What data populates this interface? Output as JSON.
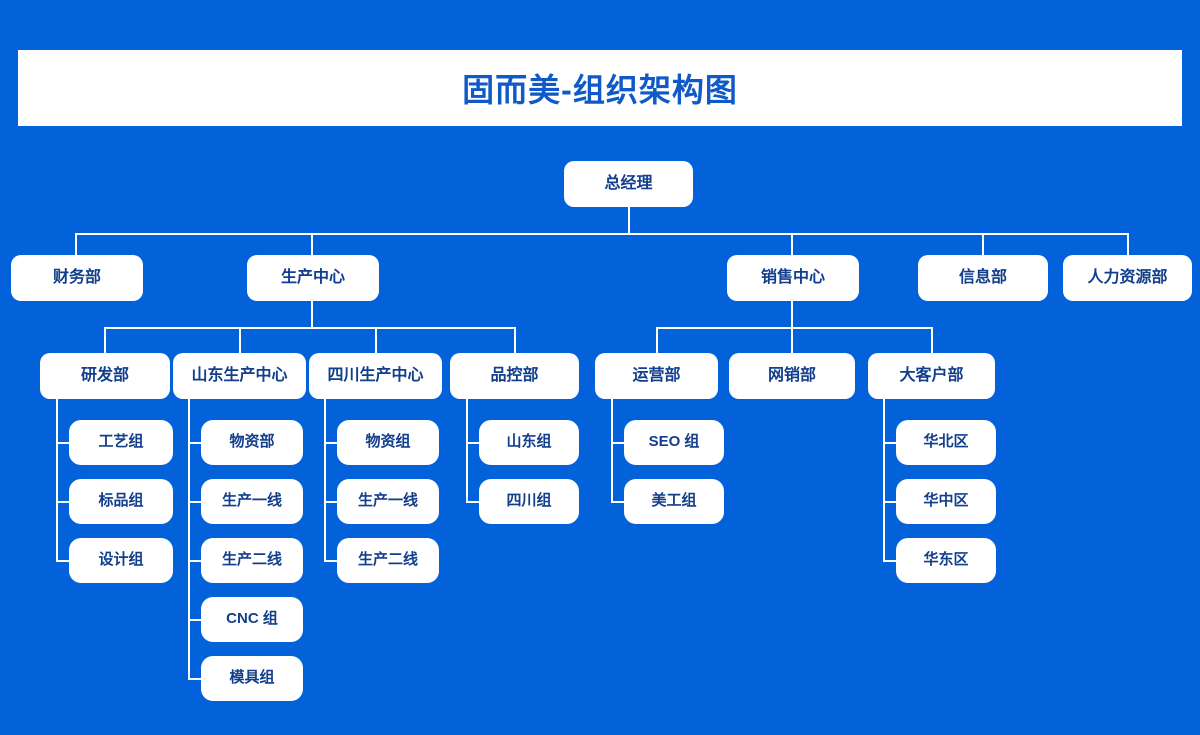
{
  "page": {
    "title": "固而美-组织架构图",
    "background_color": "#0361D9",
    "node_fill_color": "#FFFFFF",
    "node_text_color": "#123E8C",
    "title_text_color": "#1059C8",
    "connector_color": "#FFFFFF"
  },
  "chart_data": {
    "type": "diagram",
    "diagram_type": "organization-chart",
    "title": "固而美-组织架构图",
    "orientation": "top-down",
    "root": "总经理",
    "nodes": [
      {
        "id": "n0",
        "label": "总经理",
        "level": 0,
        "parent": null
      },
      {
        "id": "n1",
        "label": "财务部",
        "level": 1,
        "parent": "n0"
      },
      {
        "id": "n2",
        "label": "生产中心",
        "level": 1,
        "parent": "n0"
      },
      {
        "id": "n3",
        "label": "销售中心",
        "level": 1,
        "parent": "n0"
      },
      {
        "id": "n4",
        "label": "信息部",
        "level": 1,
        "parent": "n0"
      },
      {
        "id": "n5",
        "label": "人力资源部",
        "level": 1,
        "parent": "n0"
      },
      {
        "id": "n6",
        "label": "研发部",
        "level": 2,
        "parent": "n2"
      },
      {
        "id": "n7",
        "label": "山东生产中心",
        "level": 2,
        "parent": "n2"
      },
      {
        "id": "n8",
        "label": "四川生产中心",
        "level": 2,
        "parent": "n2"
      },
      {
        "id": "n9",
        "label": "品控部",
        "level": 2,
        "parent": "n2"
      },
      {
        "id": "n10",
        "label": "运营部",
        "level": 2,
        "parent": "n3"
      },
      {
        "id": "n11",
        "label": "网销部",
        "level": 2,
        "parent": "n3"
      },
      {
        "id": "n12",
        "label": "大客户部",
        "level": 2,
        "parent": "n3"
      },
      {
        "id": "n13",
        "label": "工艺组",
        "level": 3,
        "parent": "n6"
      },
      {
        "id": "n14",
        "label": "标品组",
        "level": 3,
        "parent": "n6"
      },
      {
        "id": "n15",
        "label": "设计组",
        "level": 3,
        "parent": "n6"
      },
      {
        "id": "n16",
        "label": "物资部",
        "level": 3,
        "parent": "n7"
      },
      {
        "id": "n17",
        "label": "生产一线",
        "level": 3,
        "parent": "n7"
      },
      {
        "id": "n18",
        "label": "生产二线",
        "level": 3,
        "parent": "n7"
      },
      {
        "id": "n19",
        "label": "CNC 组",
        "level": 3,
        "parent": "n7"
      },
      {
        "id": "n20",
        "label": "模具组",
        "level": 3,
        "parent": "n7"
      },
      {
        "id": "n21",
        "label": "物资组",
        "level": 3,
        "parent": "n8"
      },
      {
        "id": "n22",
        "label": "生产一线",
        "level": 3,
        "parent": "n8"
      },
      {
        "id": "n23",
        "label": "生产二线",
        "level": 3,
        "parent": "n8"
      },
      {
        "id": "n24",
        "label": "山东组",
        "level": 3,
        "parent": "n9"
      },
      {
        "id": "n25",
        "label": "四川组",
        "level": 3,
        "parent": "n9"
      },
      {
        "id": "n26",
        "label": "SEO 组",
        "level": 3,
        "parent": "n10"
      },
      {
        "id": "n27",
        "label": "美工组",
        "level": 3,
        "parent": "n10"
      },
      {
        "id": "n28",
        "label": "华北区",
        "level": 3,
        "parent": "n12"
      },
      {
        "id": "n29",
        "label": "华中区",
        "level": 3,
        "parent": "n12"
      },
      {
        "id": "n30",
        "label": "华东区",
        "level": 3,
        "parent": "n12"
      }
    ]
  },
  "nodes": {
    "root": {
      "label": "总经理"
    },
    "finance": {
      "label": "财务部"
    },
    "production": {
      "label": "生产中心"
    },
    "sales": {
      "label": "销售中心"
    },
    "it": {
      "label": "信息部"
    },
    "hr": {
      "label": "人力资源部"
    },
    "rd": {
      "label": "研发部"
    },
    "shandong": {
      "label": "山东生产中心"
    },
    "sichuan": {
      "label": "四川生产中心"
    },
    "qc": {
      "label": "品控部"
    },
    "operation": {
      "label": "运营部"
    },
    "online": {
      "label": "网销部"
    },
    "keyaccount": {
      "label": "大客户部"
    },
    "craft": {
      "label": "工艺组"
    },
    "standard": {
      "label": "标品组"
    },
    "design": {
      "label": "设计组"
    },
    "sd_material": {
      "label": "物资部"
    },
    "sd_line1": {
      "label": "生产一线"
    },
    "sd_line2": {
      "label": "生产二线"
    },
    "sd_cnc": {
      "label": "CNC 组"
    },
    "sd_mold": {
      "label": "模具组"
    },
    "sc_material": {
      "label": "物资组"
    },
    "sc_line1": {
      "label": "生产一线"
    },
    "sc_line2": {
      "label": "生产二线"
    },
    "qc_sd": {
      "label": "山东组"
    },
    "qc_sc": {
      "label": "四川组"
    },
    "seo": {
      "label": "SEO 组"
    },
    "art": {
      "label": "美工组"
    },
    "north": {
      "label": "华北区"
    },
    "central": {
      "label": "华中区"
    },
    "east": {
      "label": "华东区"
    }
  }
}
